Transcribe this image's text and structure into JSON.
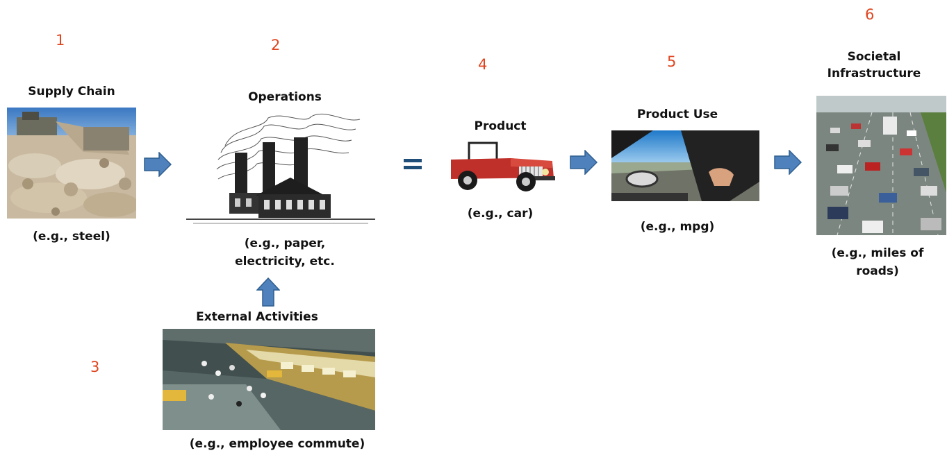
{
  "stages": [
    {
      "number": "1",
      "title": "Supply Chain",
      "example": "(e.g., steel)"
    },
    {
      "number": "2",
      "title": "Operations",
      "example_lines": [
        "(e.g., paper,",
        "electricity, etc."
      ]
    },
    {
      "number": "3",
      "title": "External Activities",
      "example": "(e.g., employee commute)"
    },
    {
      "number": "4",
      "title": "Product",
      "example": "(e.g., car)"
    },
    {
      "number": "5",
      "title": "Product Use",
      "example": "(e.g., mpg)"
    },
    {
      "number": "6",
      "title_lines": [
        "Societal",
        "Infrastructure"
      ],
      "example_lines": [
        "(e.g., miles of",
        "roads)"
      ]
    }
  ],
  "colors": {
    "number": "#e0451f",
    "arrow": "#4f81bd",
    "arrow_stroke": "#2f5f8f",
    "equals": "#1f4e79"
  },
  "icons": [
    "quarry-photo",
    "factory-illustration",
    "jeep-illustration",
    "driving-photo",
    "traffic-photo",
    "train-station-photo",
    "right-arrow-icon",
    "up-arrow-icon",
    "equals-sign-icon"
  ]
}
